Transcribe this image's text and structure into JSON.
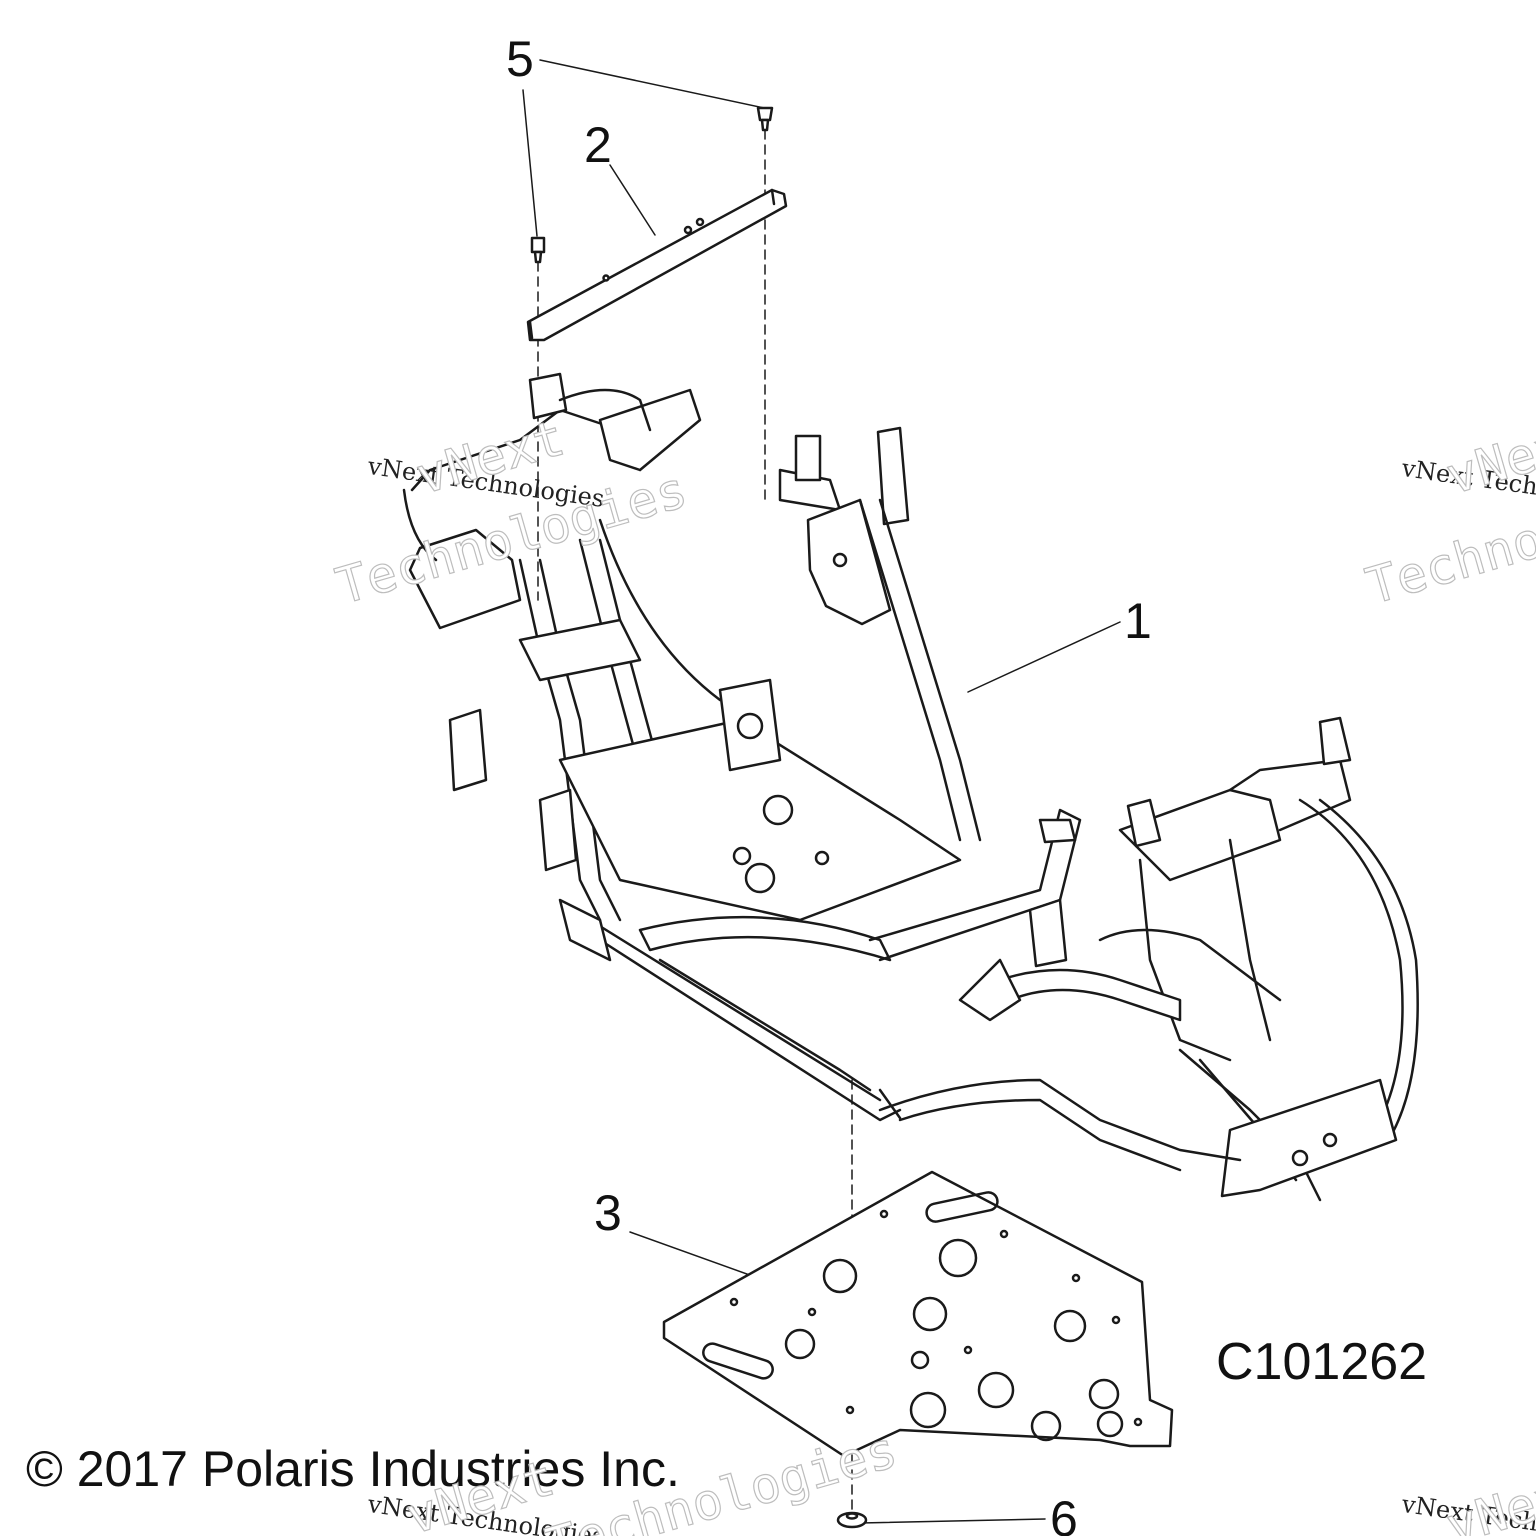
{
  "callouts": [
    {
      "id": "1",
      "label": "1"
    },
    {
      "id": "2",
      "label": "2"
    },
    {
      "id": "3",
      "label": "3"
    },
    {
      "id": "5",
      "label": "5"
    },
    {
      "id": "6",
      "label": "6"
    }
  ],
  "catalog_code": "C101262",
  "copyright": "© 2017 Polaris Industries Inc.",
  "watermark": {
    "line_small": "vNext Technologies",
    "line_big_1": "vNext",
    "line_big_2": "Technologies"
  }
}
